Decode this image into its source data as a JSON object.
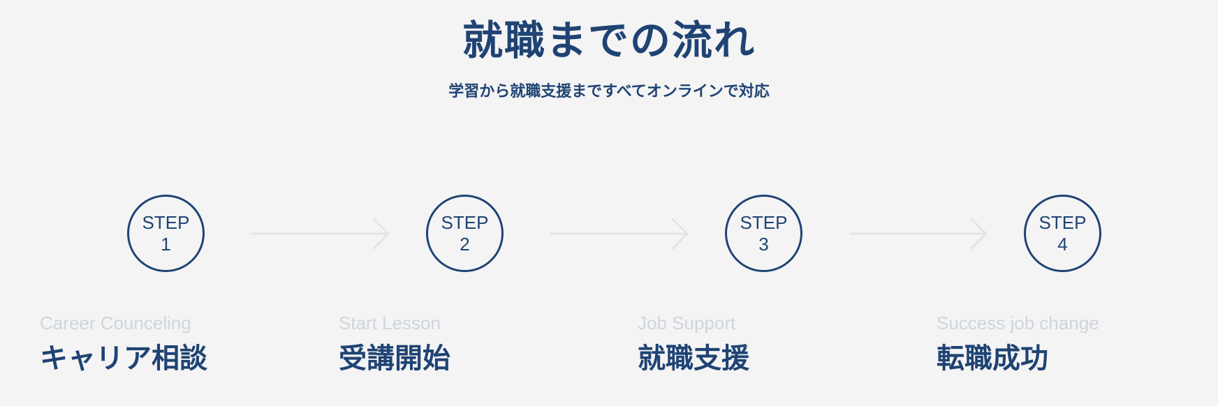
{
  "heading": {
    "title": "就職までの流れ",
    "subtitle": "学習から就職支援まですべてオンラインで対応"
  },
  "steps": [
    {
      "step_word": "STEP",
      "number": "1",
      "label_en": "Career Counceling",
      "label_jp": "キャリア相談"
    },
    {
      "step_word": "STEP",
      "number": "2",
      "label_en": "Start Lesson",
      "label_jp": "受講開始"
    },
    {
      "step_word": "STEP",
      "number": "3",
      "label_en": "Job Support",
      "label_jp": "就職支援"
    },
    {
      "step_word": "STEP",
      "number": "4",
      "label_en": "Success job change",
      "label_jp": "転職成功"
    }
  ],
  "arrows": [
    "arrow-right-icon",
    "arrow-right-icon",
    "arrow-right-icon"
  ],
  "colors": {
    "primary": "#1f4373",
    "background": "#f4f4f4",
    "muted_text": "#cfd5dd",
    "arrow": "#e4e4e4"
  }
}
